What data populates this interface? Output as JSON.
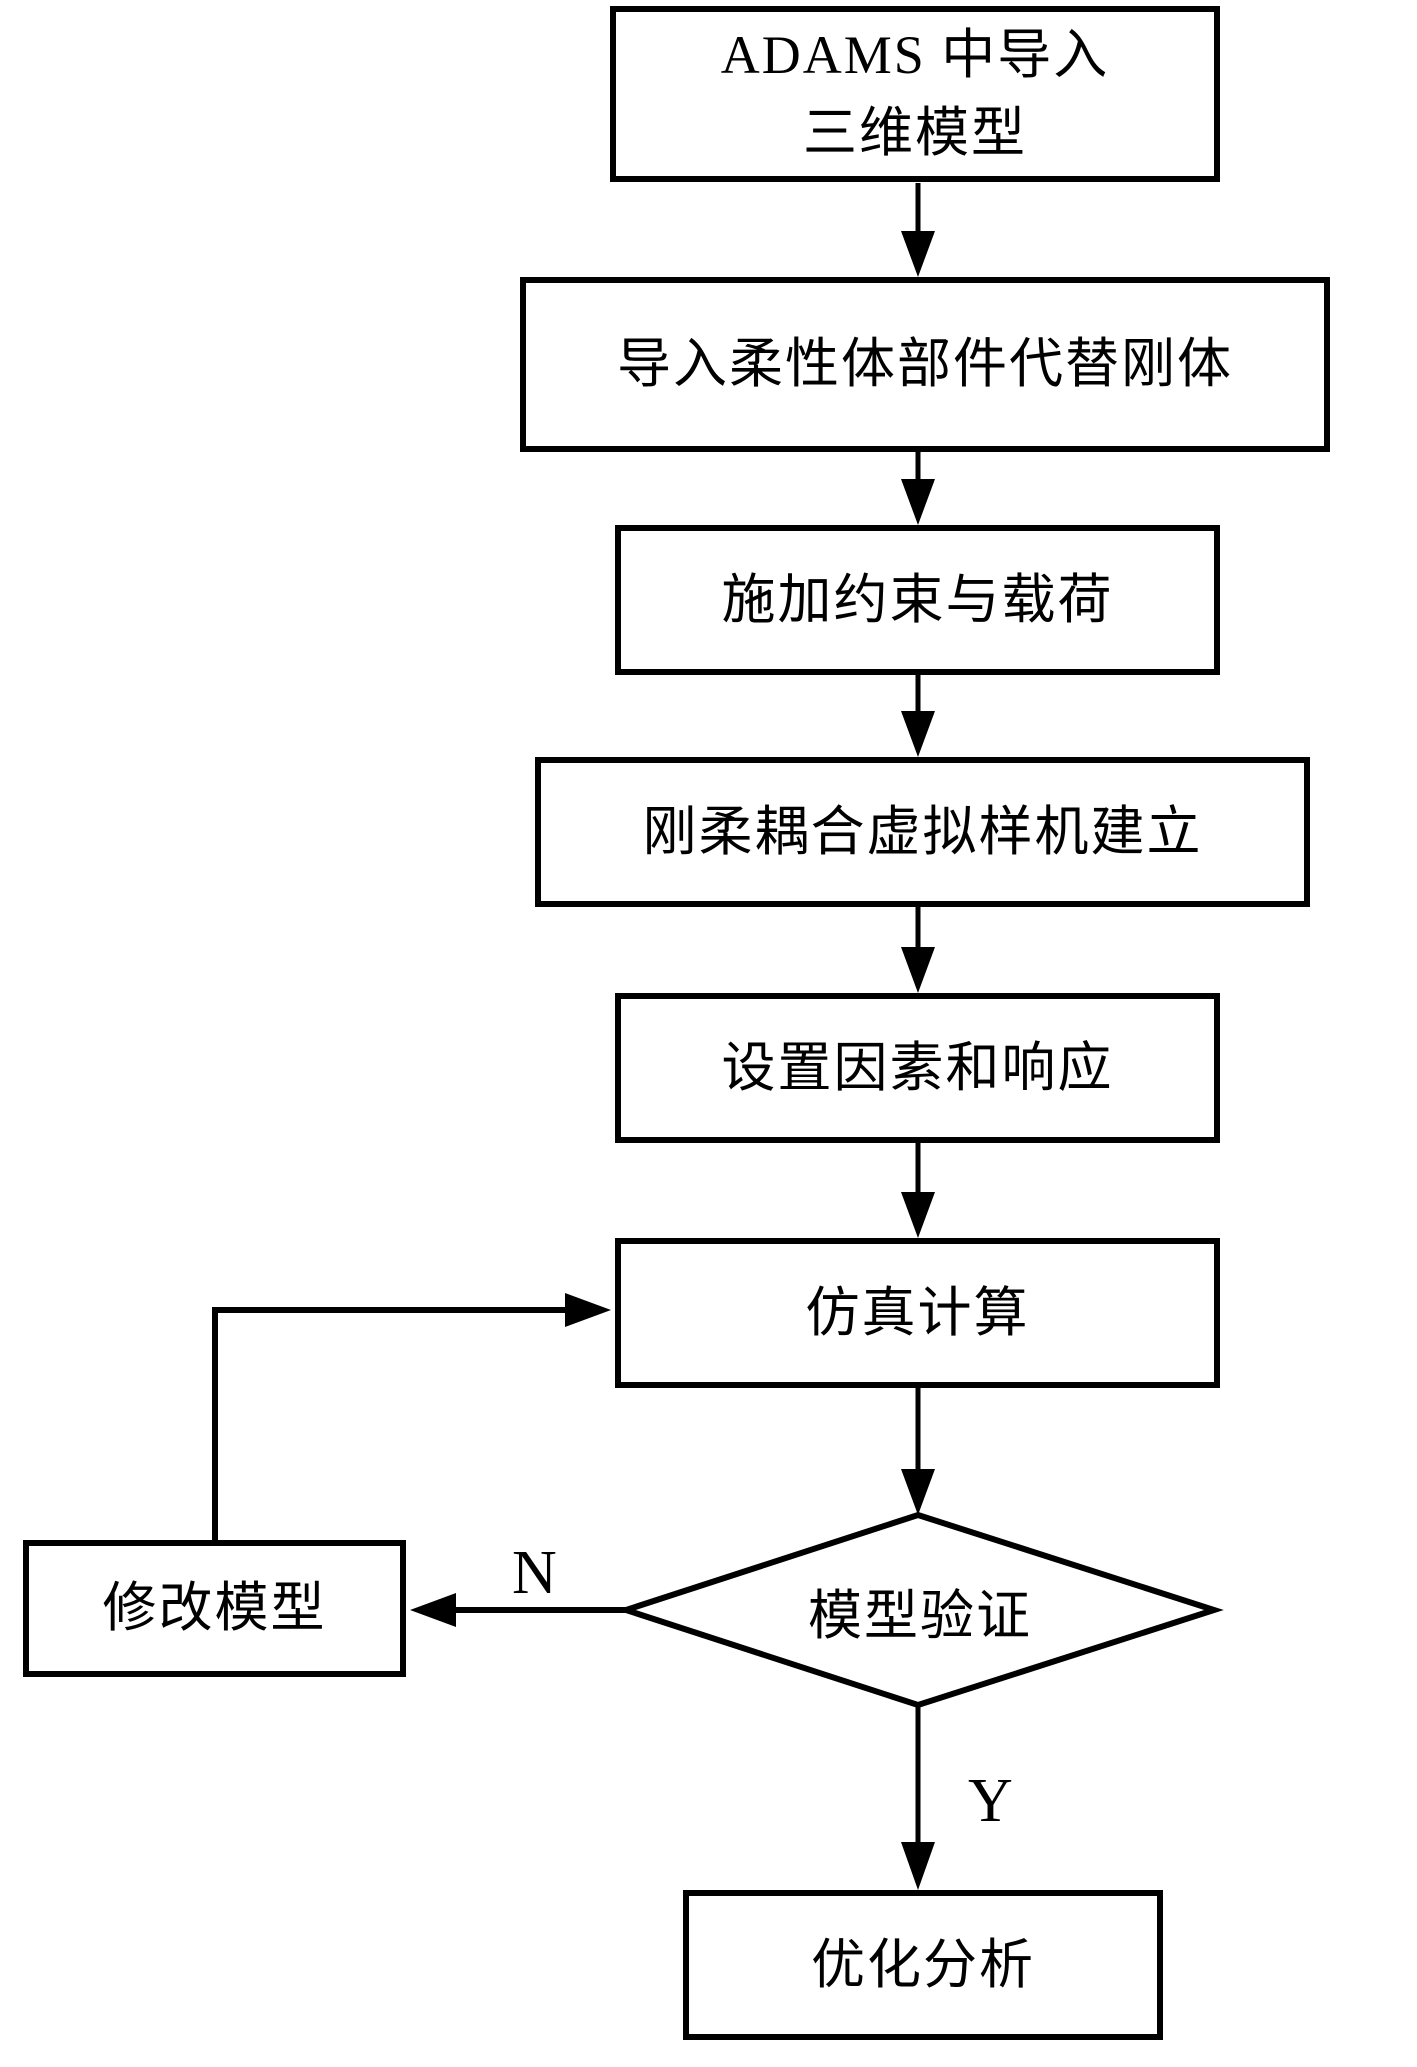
{
  "flowchart": {
    "nodes": {
      "import_3d_model": {
        "line1": "ADAMS 中导入",
        "line2": "三维模型"
      },
      "flexible_body": {
        "label": "导入柔性体部件代替刚体"
      },
      "constraints_loads": {
        "label": "施加约束与载荷"
      },
      "rigid_flex_prototype": {
        "label": "刚柔耦合虚拟样机建立"
      },
      "factors_responses": {
        "label": "设置因素和响应"
      },
      "simulation": {
        "label": "仿真计算"
      },
      "model_verification": {
        "label": "模型验证"
      },
      "modify_model": {
        "label": "修改模型"
      },
      "optimization": {
        "label": "优化分析"
      }
    },
    "edge_labels": {
      "no": "N",
      "yes": "Y"
    },
    "colors": {
      "stroke": "#000000",
      "background": "#ffffff",
      "text": "#000000"
    }
  }
}
